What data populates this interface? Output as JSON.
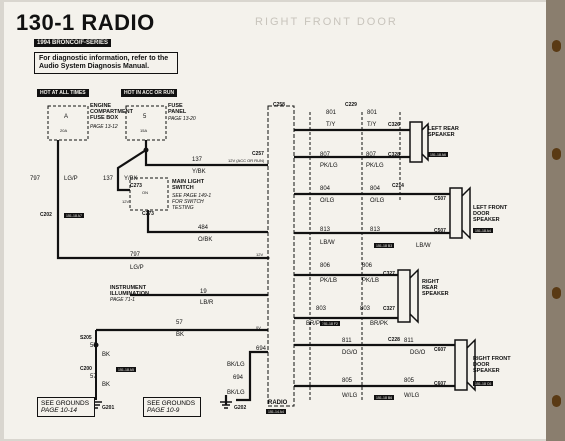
{
  "title": "130-1  RADIO",
  "ghost_text": "RIGHT FRONT DOOR",
  "subtitle": "1994 BRONCO/F-SERIES",
  "note": "For diagnostic information, refer to the Audio System Diagnosis Manual.",
  "headers": {
    "hot_all": "HOT AT ALL TIMES",
    "hot_acc": "HOT IN ACC OR RUN"
  },
  "fuses": {
    "engine_box": {
      "name": "ENGINE COMPARTMENT FUSE BOX",
      "page": "PAGE 13-12",
      "fuse_letter": "A",
      "amps": "20A"
    },
    "fuse_panel": {
      "name": "FUSE PANEL",
      "page": "PAGE 13-20",
      "fuse_number": "5",
      "amps": "15A"
    }
  },
  "switch": {
    "name": "MAIN LIGHT SWITCH",
    "note": "SEE PAGE 149-1 FOR SWITCH TESTING",
    "position": "ON",
    "circuit": "12V"
  },
  "illumination": {
    "name": "INSTRUMENT ILLUMINATION",
    "page": "PAGE 71-1"
  },
  "grounds": {
    "left": {
      "text": "SEE GROUNDS",
      "page": "PAGE 10-14",
      "ground_id": "G201"
    },
    "right": {
      "text": "SEE GROUNDS",
      "page": "PAGE 10-9",
      "ground_id": "G202"
    }
  },
  "radio": {
    "name": "RADIO",
    "connector": "151-14 A4"
  },
  "connectors": {
    "C258": "C258",
    "C229": "C229",
    "C326": "C326",
    "C328": "C328",
    "C257": "C257",
    "C273a": "C273",
    "C273b": "C273",
    "C214": "C214",
    "C507a": "C507",
    "C507b": "C507",
    "C327a": "C327",
    "C327b": "C327",
    "C228": "C228",
    "C607a": "C607",
    "C607b": "C607",
    "C202": "C202",
    "S205": "S205",
    "C200": "C200"
  },
  "speakers": {
    "left_rear": "LEFT REAR SPEAKER",
    "left_front": "LEFT FRONT DOOR SPEAKER",
    "right_rear": "RIGHT REAR SPEAKER",
    "right_front": "RIGHT FRONT DOOR SPEAKER"
  },
  "speaker_refs": {
    "left_rear": "151-18 A6",
    "left_front": "151-18 A4",
    "right_front": "151-18 C6"
  },
  "wires": {
    "w797": {
      "num": "797",
      "color": "LG/P"
    },
    "w137": {
      "num": "137",
      "color": "Y/BK"
    },
    "w137b": {
      "num": "137",
      "color": "Y/BK"
    },
    "w484": {
      "num": "484",
      "color": "O/BK"
    },
    "w797b": {
      "num": "797",
      "color": "LG/P"
    },
    "w19": {
      "num": "19",
      "color": "LB/R"
    },
    "w57": {
      "num": "57",
      "color": "BK"
    },
    "w57b": {
      "num": "57",
      "color": "BK"
    },
    "w57c": {
      "num": "57",
      "color": "BK"
    },
    "w694": {
      "num": "694",
      "color": "BK/LG"
    },
    "w694b": {
      "num": "694",
      "color": "BK/LG"
    },
    "w801": {
      "num": "801",
      "color": "T/Y"
    },
    "w801b": {
      "num": "801",
      "color": "T/Y"
    },
    "w807": {
      "num": "807",
      "color": "PK/LG"
    },
    "w807b": {
      "num": "807",
      "color": "PK/LG"
    },
    "w804": {
      "num": "804",
      "color": "O/LG"
    },
    "w804b": {
      "num": "804",
      "color": "O/LG"
    },
    "w813": {
      "num": "813",
      "color": "LB/W"
    },
    "w813b": {
      "num": "813",
      "color": "LB/W"
    },
    "w806": {
      "num": "806",
      "color": "PK/LB"
    },
    "w806b": {
      "num": "806",
      "color": "PK/LB"
    },
    "w803": {
      "num": "803",
      "color": "BR/PK"
    },
    "w803b": {
      "num": "803",
      "color": "BR/PK"
    },
    "w811": {
      "num": "811",
      "color": "DG/O"
    },
    "w811b": {
      "num": "811",
      "color": "DG/O"
    },
    "w805": {
      "num": "805",
      "color": "W/LG"
    },
    "w805b": {
      "num": "805",
      "color": "W/LG"
    }
  },
  "pills": {
    "c202": "151-18 A7",
    "c200": "151-18 A5",
    "s813": "151-18 B3",
    "c327": "151-18 F2",
    "c805": "151-18 B6"
  },
  "volt_labels": {
    "acc_run": "12V (ACC OR RUN)",
    "v12": "12V",
    "v0": "0V"
  }
}
